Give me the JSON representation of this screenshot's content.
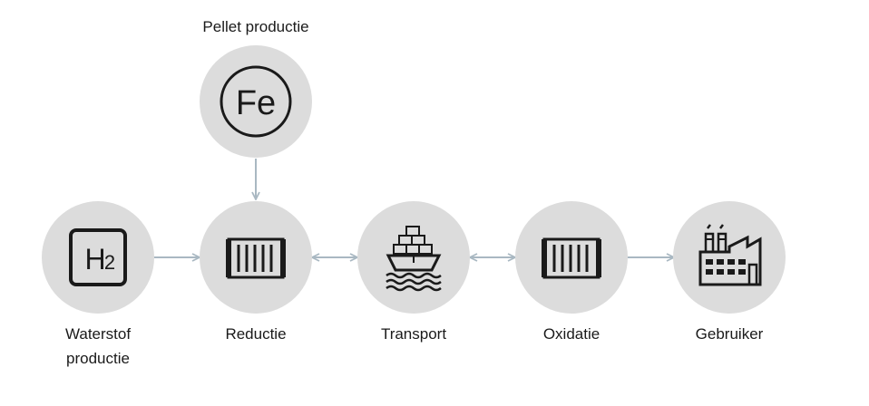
{
  "colors": {
    "circle": "#dcdcdc",
    "arrow": "#a9b8c2",
    "icon": "#1a1a1a"
  },
  "nodes": {
    "pellet": {
      "label": "Pellet productie",
      "icon": "fe-icon",
      "symbol": "Fe"
    },
    "waterstof": {
      "label": "Waterstof\nproductie",
      "icon": "h2-icon",
      "symbol": "H",
      "subscript": "2"
    },
    "reductie": {
      "label": "Reductie",
      "icon": "container-icon"
    },
    "transport": {
      "label": "Transport",
      "icon": "cargo-ship-icon"
    },
    "oxidatie": {
      "label": "Oxidatie",
      "icon": "container-icon"
    },
    "gebruiker": {
      "label": "Gebruiker",
      "icon": "factory-icon"
    }
  }
}
